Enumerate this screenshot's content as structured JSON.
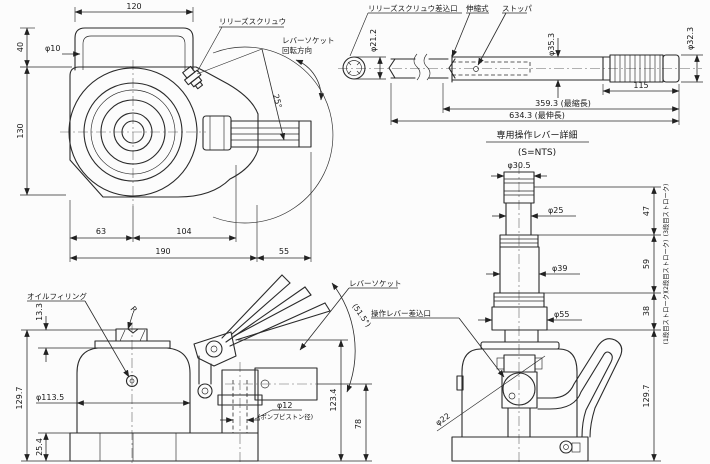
{
  "drawing": {
    "plan_view": {
      "labels": {
        "release_screw": "リリーズスクリュウ",
        "rotation_line1": "レバーソケット",
        "rotation_line2": "回転方向",
        "angle": "25°"
      },
      "dims": {
        "top_width": "120",
        "handle_height": "40",
        "handle_dia": "φ10",
        "body_height": "130",
        "left_span": "63",
        "mid_span": "104",
        "total_span": "190",
        "socket_span": "55"
      }
    },
    "lever_view": {
      "labels": {
        "insert_port": "リリーズスクリュウ差込口",
        "telescopic": "伸縮式",
        "stopper": "ストッパ"
      },
      "dims": {
        "tip_dia": "φ21.2",
        "shaft_dia": "φ35.3",
        "grip_dia": "φ32.3",
        "grip_length": "115",
        "retracted": "359.3 (最縮長)",
        "extended": "634.3 (最伸長)"
      },
      "title": "専用操作レバー詳細",
      "scale_note": "(S=NTS)"
    },
    "front_view": {
      "labels": {
        "oil_filling": "オイルフィリング",
        "saddle_radius": "R",
        "lever_socket": "レバーソケット",
        "swing_angle": "(51.5°)",
        "piston_note": "(ポンプピストン径)"
      },
      "dims": {
        "saddle_height": "13.3",
        "overall_height": "129.7",
        "body_dia": "φ113.5",
        "base_height": "25.4",
        "piston_dia": "φ12",
        "lever_height": "123.4",
        "lever_low_height": "78"
      }
    },
    "side_view": {
      "labels": {
        "lever_port": "操作レバー差込口",
        "stroke3_note": "(3段目ストローク)",
        "stroke2_note": "(2段目ストローク)",
        "stroke1_note": "(1段目ストローク)"
      },
      "dims": {
        "cap_dia": "φ30.5",
        "ram1_dia": "φ25",
        "ram2_dia": "φ39",
        "ram3_dia": "φ55",
        "socket_dia": "φ22",
        "stroke3": "47",
        "stroke2": "59",
        "stroke1": "38",
        "closed_height": "129.7"
      }
    }
  }
}
